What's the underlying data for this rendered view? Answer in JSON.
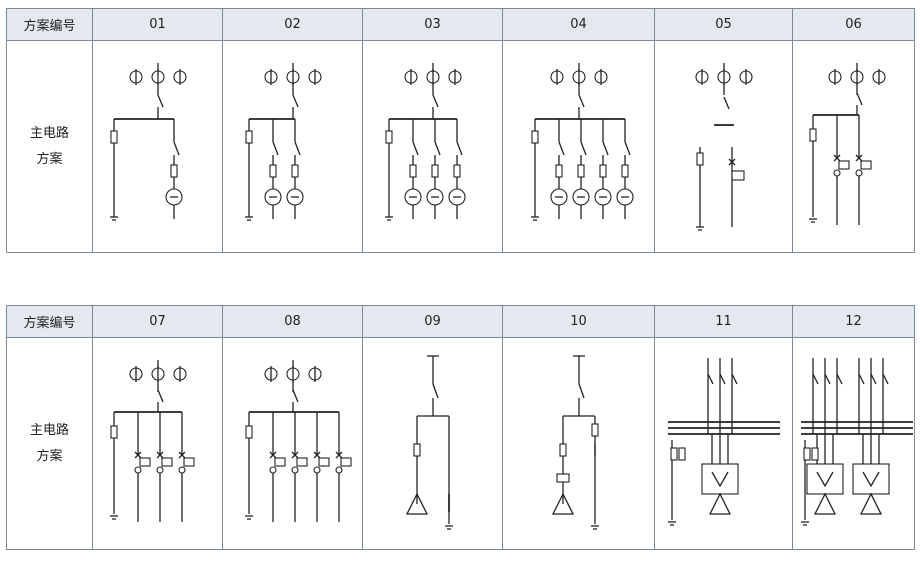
{
  "header_label": "方案编号",
  "row_label_line1": "主电路",
  "row_label_line2": "方案",
  "tables": [
    {
      "schemes": [
        {
          "id": "01",
          "diagram": "single feeder with meter"
        },
        {
          "id": "02",
          "diagram": "two feeders with meters"
        },
        {
          "id": "03",
          "diagram": "three feeders with meters"
        },
        {
          "id": "04",
          "diagram": "four feeders with meters"
        },
        {
          "id": "05",
          "diagram": "outgoing with contactor"
        },
        {
          "id": "06",
          "diagram": "two contactor branches"
        }
      ]
    },
    {
      "schemes": [
        {
          "id": "07",
          "diagram": "three contactor branches"
        },
        {
          "id": "08",
          "diagram": "four contactor branches"
        },
        {
          "id": "09",
          "diagram": "capacitor bank"
        },
        {
          "id": "10",
          "diagram": "capacitor with reactor"
        },
        {
          "id": "11",
          "diagram": "soft starter"
        },
        {
          "id": "12",
          "diagram": "double soft starter"
        }
      ]
    }
  ]
}
